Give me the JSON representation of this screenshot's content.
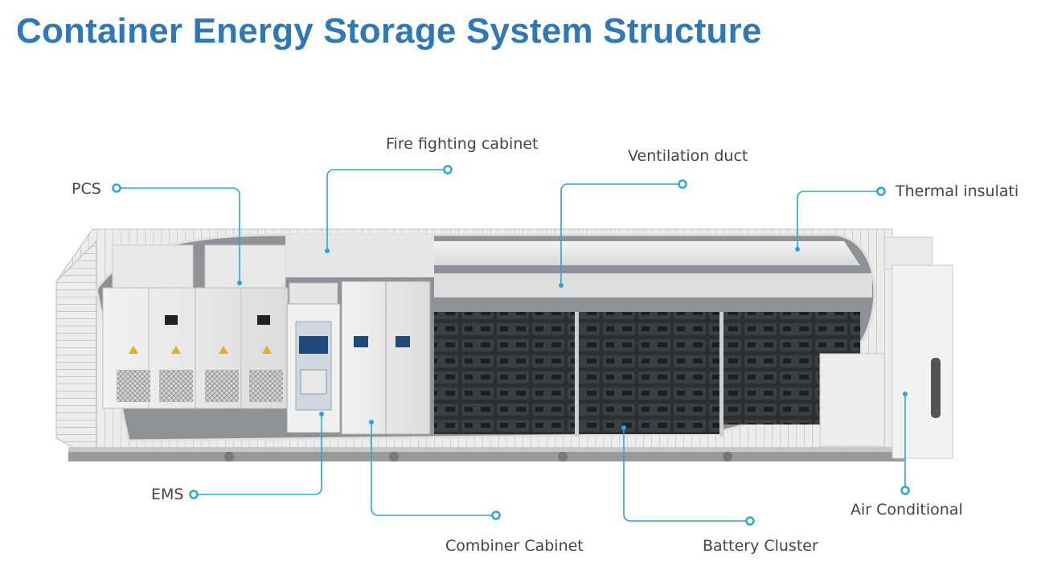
{
  "title": "Container Energy Storage System Structure",
  "labels": {
    "pcs": "PCS",
    "fire": "Fire fighting cabinet",
    "vent": "Ventilation duct",
    "thermal": "Thermal insulation",
    "ems": "EMS",
    "combiner": "Combiner Cabinet",
    "battery": "Battery Cluster",
    "aircon": "Air Conditional"
  },
  "colors": {
    "title": "#2e78b5",
    "callout": "#2ea3d6",
    "frame": "#e9eaea",
    "battery": "#262a2e"
  }
}
